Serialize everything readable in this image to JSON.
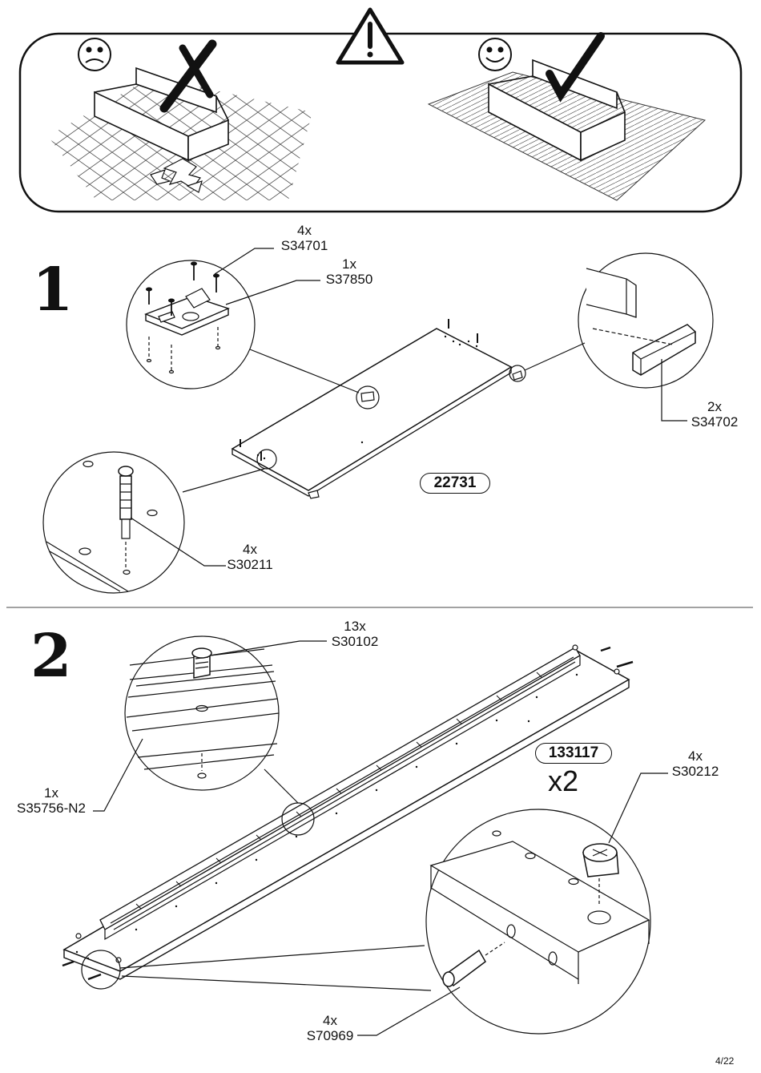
{
  "warning": {
    "bad_icon": "sad-face-icon",
    "good_icon": "happy-face-icon",
    "alert_icon": "warning-triangle-icon",
    "cross_icon": "cross-mark-icon",
    "check_icon": "check-mark-icon"
  },
  "step1": {
    "number": "1",
    "callouts": {
      "s34701": {
        "qty": "4x",
        "code": "S34701"
      },
      "s37850": {
        "qty": "1x",
        "code": "S37850"
      },
      "s34702": {
        "qty": "2x",
        "code": "S34702"
      },
      "s30211": {
        "qty": "4x",
        "code": "S30211"
      }
    },
    "panel_code": "22731"
  },
  "step2": {
    "number": "2",
    "callouts": {
      "s30102": {
        "qty": "13x",
        "code": "S30102"
      },
      "s35756": {
        "qty": "1x",
        "code": "S35756-N2"
      },
      "s30212": {
        "qty": "4x",
        "code": "S30212"
      },
      "s70969": {
        "qty": "4x",
        "code": "S70969"
      }
    },
    "panel_code": "133117",
    "panel_multiplier": "x2"
  },
  "footer": {
    "page": "4/22"
  }
}
